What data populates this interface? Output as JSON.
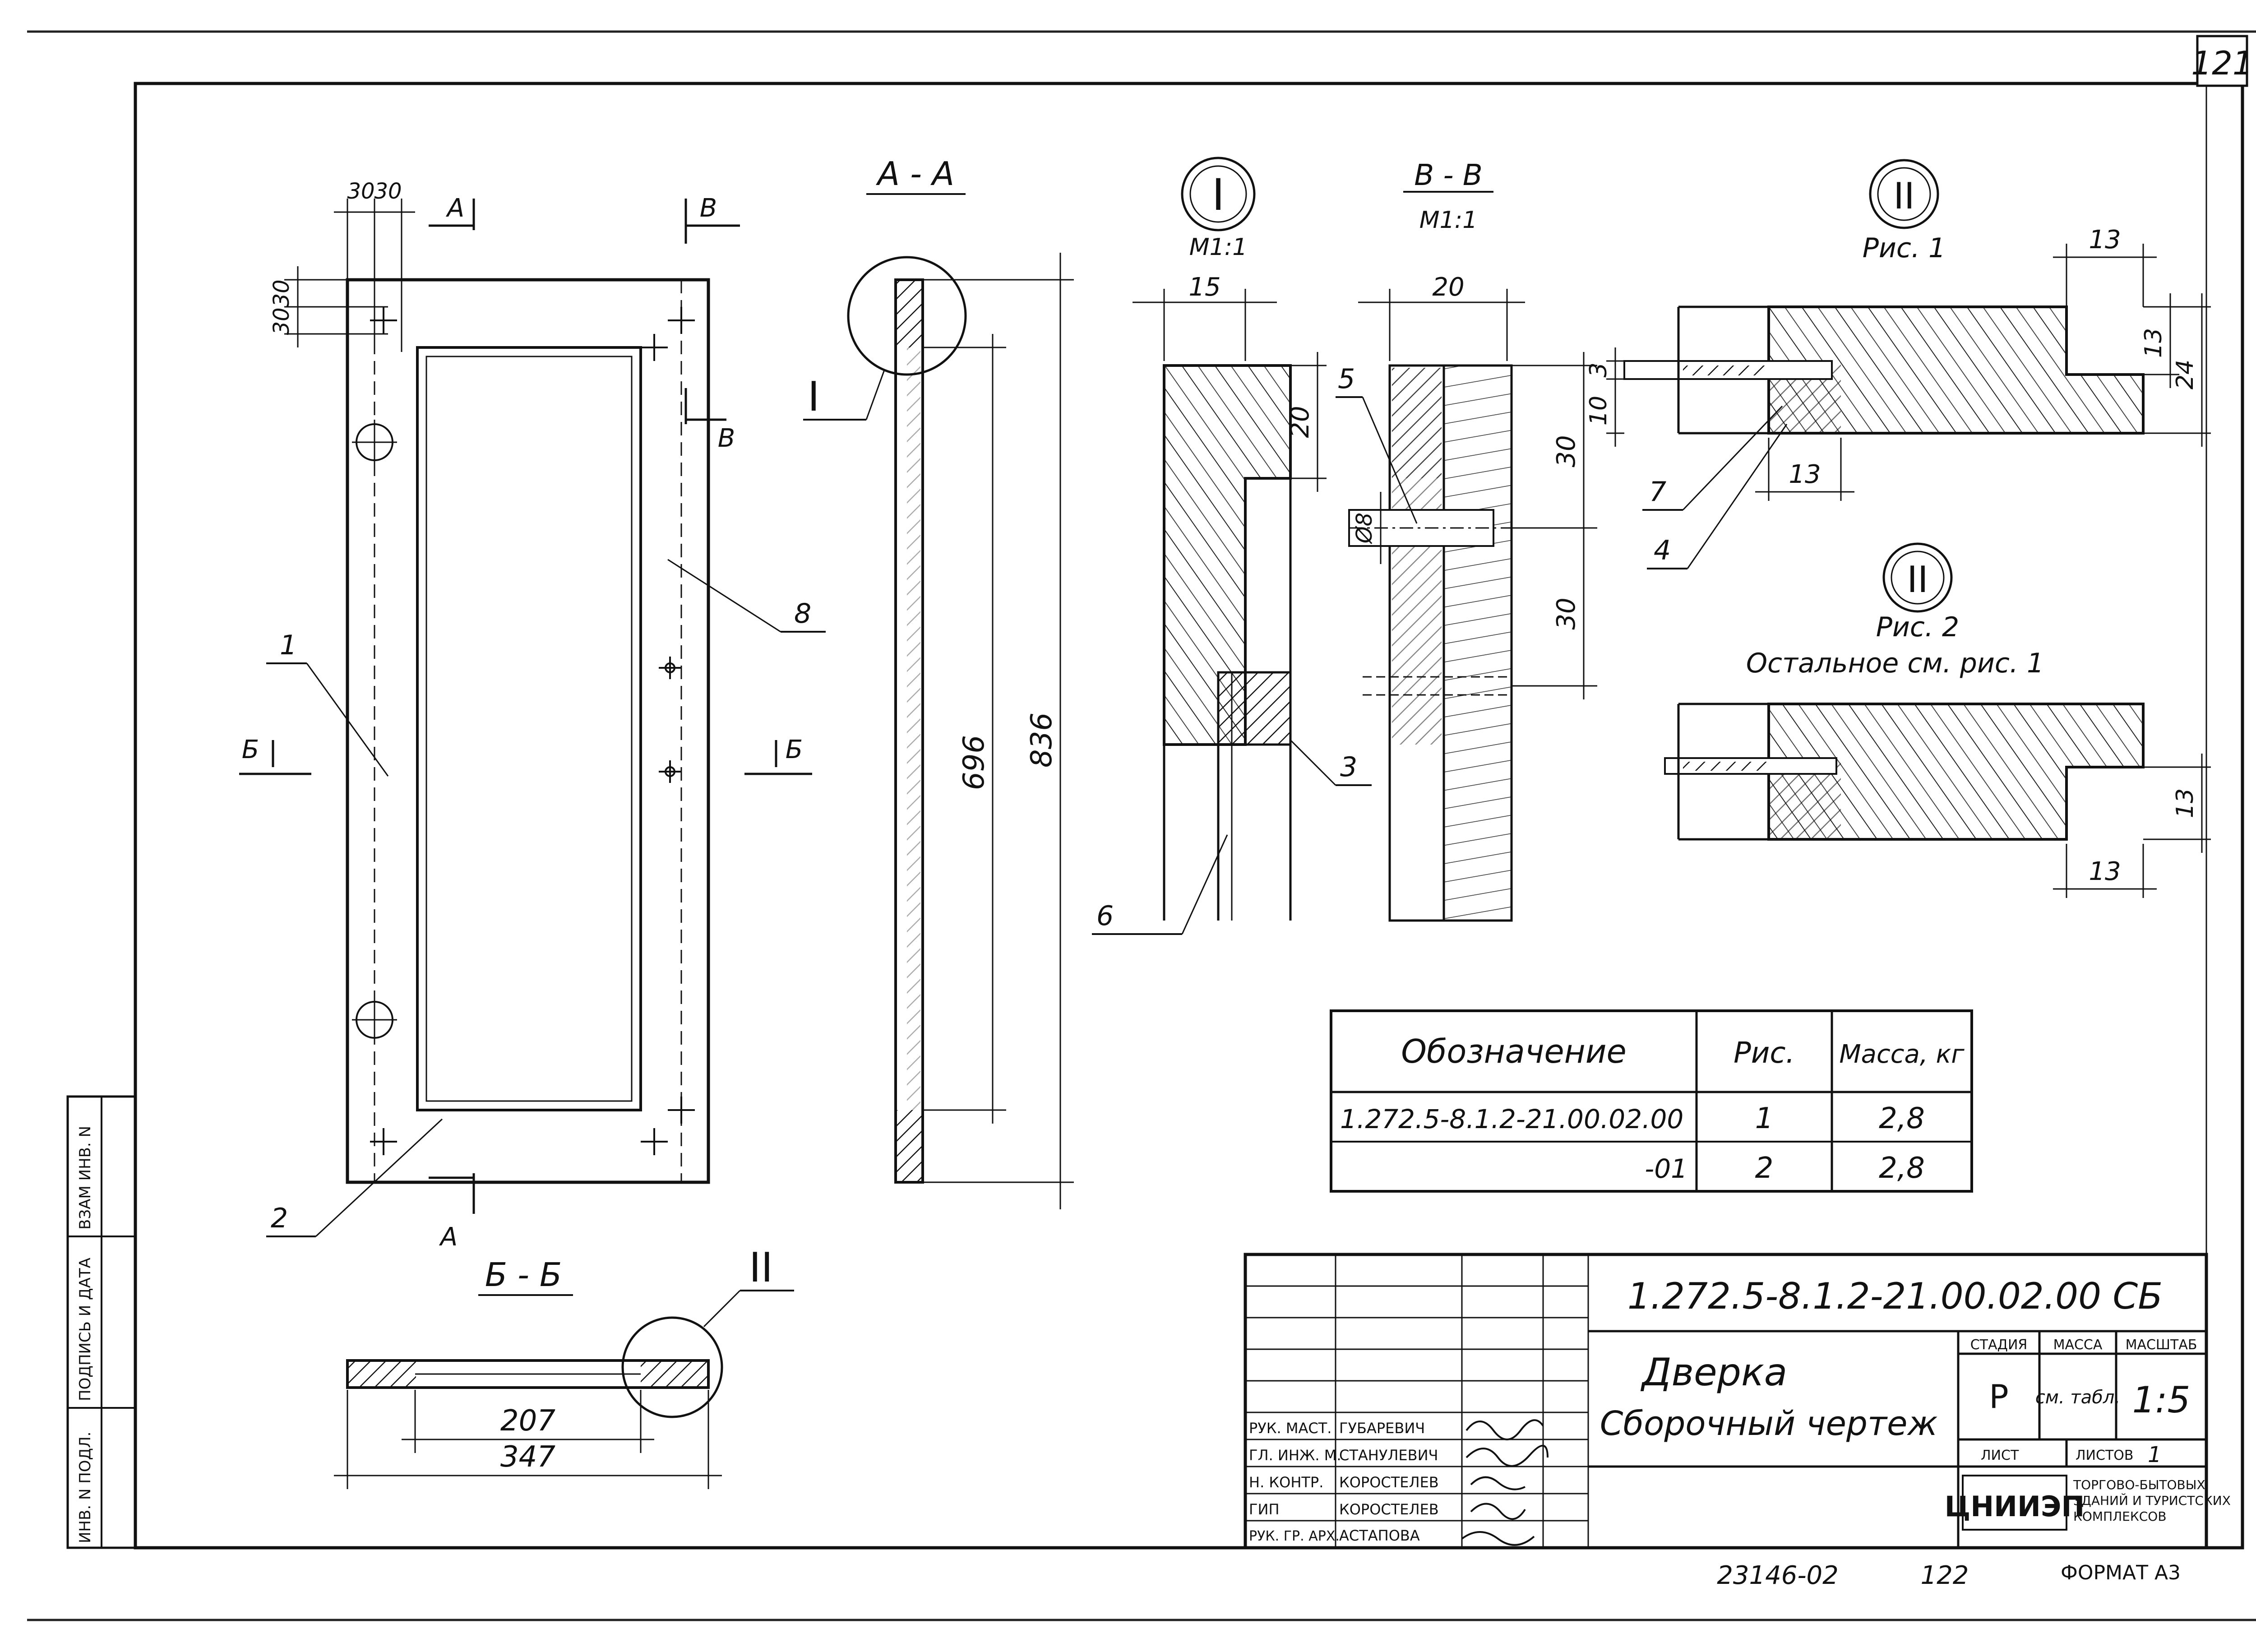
{
  "sheet": {
    "page_number": "121",
    "bottom_doc_no": "23146-02",
    "bottom_page": "122",
    "format_label": "ФОРМАТ А3",
    "side_stamp": {
      "inv_podl": "ИНВ. N ПОДЛ.",
      "podpis_data": "ПОДПИСЬ И ДАТА",
      "vzam_inv": "ВЗАМ ИНВ. N"
    }
  },
  "sections": {
    "aa": "А - А",
    "bb_rus": "Б - Б",
    "vv": "В - В",
    "vv_scale": "М1:1",
    "node1": "I",
    "node1_scale": "М1:1",
    "node2": "II",
    "ris1": "Рис. 1",
    "ris2": "Рис. 2",
    "ostalnoe": "Остальное см. рис. 1",
    "mark_a": "А",
    "mark_b": "Б",
    "mark_v": "В"
  },
  "dimensions": {
    "d30a": "30",
    "d30b": "30",
    "d30c": "30",
    "d30d": "30",
    "d696": "696",
    "d836": "836",
    "d207": "207",
    "d347": "347",
    "d15": "15",
    "d20a": "20",
    "d20b": "20",
    "d30e": "30",
    "d30f": "30",
    "d8": "Ø8",
    "d13a": "13",
    "d13b": "13",
    "d13c": "13",
    "d24": "24",
    "d10": "10",
    "d3": "3",
    "d13d": "13",
    "d13e": "13"
  },
  "callouts": [
    "1",
    "2",
    "3",
    "4",
    "5",
    "6",
    "7",
    "8"
  ],
  "spec_table": {
    "headers": [
      "Обозначение",
      "Рис.",
      "Масса, кг"
    ],
    "rows": [
      [
        "1.272.5-8.1.2-21.00.02.00",
        "1",
        "2,8"
      ],
      [
        "-01",
        "2",
        "2,8"
      ]
    ]
  },
  "title_block": {
    "doc_code": "1.272.5-8.1.2-21.00.02.00 СБ",
    "title_line1": "Дверка",
    "title_line2": "Сборочный чертеж",
    "stage_label": "СТАДИЯ",
    "mass_label": "МАССА",
    "scale_label": "МАСШТАБ",
    "stage_value": "Р",
    "mass_value": "см. табл.",
    "scale_value": "1:5",
    "sheet_label": "ЛИСТ",
    "sheets_label": "ЛИСТОВ",
    "sheets_value": "1",
    "org_logo": "ЦНИИЭП",
    "org_name_1": "ТОРГОВО-БЫТОВЫХ",
    "org_name_2": "ЗДАНИЙ И ТУРИСТСКИХ",
    "org_name_3": "КОМПЛЕКСОВ",
    "signatures": [
      {
        "role": "РУК. МАСТ.",
        "name": "ГУБАРЕВИЧ"
      },
      {
        "role": "ГЛ. ИНЖ. М.",
        "name": "СТАНУЛЕВИЧ"
      },
      {
        "role": "Н. КОНТР.",
        "name": "КОРОСТЕЛЕВ"
      },
      {
        "role": "ГИП",
        "name": "КОРОСТЕЛЕВ"
      },
      {
        "role": "РУК. ГР. АРХ.",
        "name": "АСТАПОВА"
      }
    ]
  }
}
